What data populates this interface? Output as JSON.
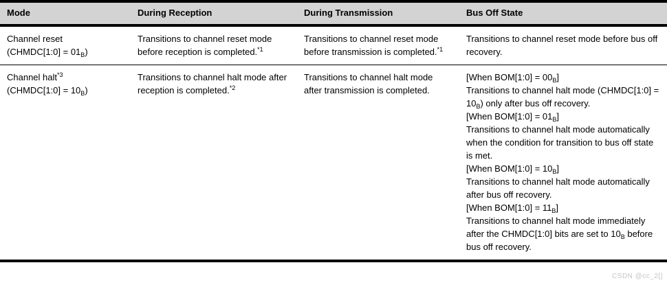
{
  "table": {
    "columns": [
      {
        "key": "mode",
        "label": "Mode"
      },
      {
        "key": "reception",
        "label": "During Reception"
      },
      {
        "key": "transmission",
        "label": "During Transmission"
      },
      {
        "key": "busoff",
        "label": "Bus Off State"
      }
    ],
    "rows": [
      {
        "mode": {
          "name": "Channel reset",
          "name_footnote": "",
          "register_prefix": "(CHMDC[1:0] = 01",
          "register_sub": "B",
          "register_suffix": ")"
        },
        "reception": {
          "text": "Transitions to channel reset mode before reception is completed.",
          "footnote": "*1"
        },
        "transmission": {
          "text": "Transitions to channel reset mode before transmission is completed.",
          "footnote": "*1"
        },
        "busoff": {
          "text": "Transitions to channel reset mode before bus off recovery.",
          "footnote": ""
        }
      },
      {
        "mode": {
          "name": "Channel halt",
          "name_footnote": "*3",
          "register_prefix": "(CHMDC[1:0] = 10",
          "register_sub": "B",
          "register_suffix": ")"
        },
        "reception": {
          "text": "Transitions to channel halt mode after reception is completed.",
          "footnote": "*2"
        },
        "transmission": {
          "text": "Transitions to channel halt mode after transmission is completed.",
          "footnote": ""
        },
        "busoff_groups": [
          {
            "condition_prefix": "[When BOM[1:0] = 00",
            "condition_sub": "B",
            "condition_suffix": "]",
            "body_part1": "Transitions to channel halt mode (CHMDC[1:0] = 10",
            "body_sub": "B",
            "body_part2": ") only after bus off recovery."
          },
          {
            "condition_prefix": "[When BOM[1:0] = 01",
            "condition_sub": "B",
            "condition_suffix": "]",
            "body_part1": "Transitions to channel halt mode automatically when the condition for transition to bus off state is met.",
            "body_sub": "",
            "body_part2": ""
          },
          {
            "condition_prefix": "[When BOM[1:0] = 10",
            "condition_sub": "B",
            "condition_suffix": "]",
            "body_part1": "Transitions to channel halt mode automatically after bus off recovery.",
            "body_sub": "",
            "body_part2": ""
          },
          {
            "condition_prefix": "[When BOM[1:0] = 11",
            "condition_sub": "B",
            "condition_suffix": "]",
            "body_part1": "Transitions to channel halt mode immediately after the CHMDC[1:0] bits are set to 10",
            "body_sub": "B",
            "body_part2": " before bus off recovery."
          }
        ]
      }
    ]
  },
  "watermark": {
    "text": "CSDN @cc_2[]"
  },
  "colors": {
    "header_background": "#d3d3d3",
    "rule": "#000000",
    "text": "#000000",
    "watermark": "#b9b9b9",
    "page_background": "#ffffff"
  }
}
